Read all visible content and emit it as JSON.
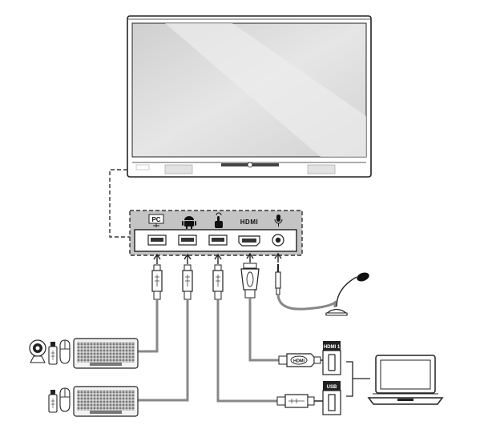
{
  "port_labels": {
    "pc": "PC",
    "hdmi": "HDMI",
    "hdmi_box": "HDMI 1",
    "usb_box": "USB",
    "hdmi_plug": "HDMI"
  },
  "icons": [
    "monitor-icon",
    "android-icon",
    "touch-icon",
    "hdmi-icon",
    "microphone-icon",
    "webcam-icon",
    "usb-stick-icon",
    "mouse-icon",
    "keyboard-icon",
    "laptop-icon"
  ],
  "colors": {
    "line": "#222222",
    "cable": "#888888",
    "screen": "#d9d9d9",
    "panel": "#c4c4c4",
    "dash": "#333333"
  }
}
